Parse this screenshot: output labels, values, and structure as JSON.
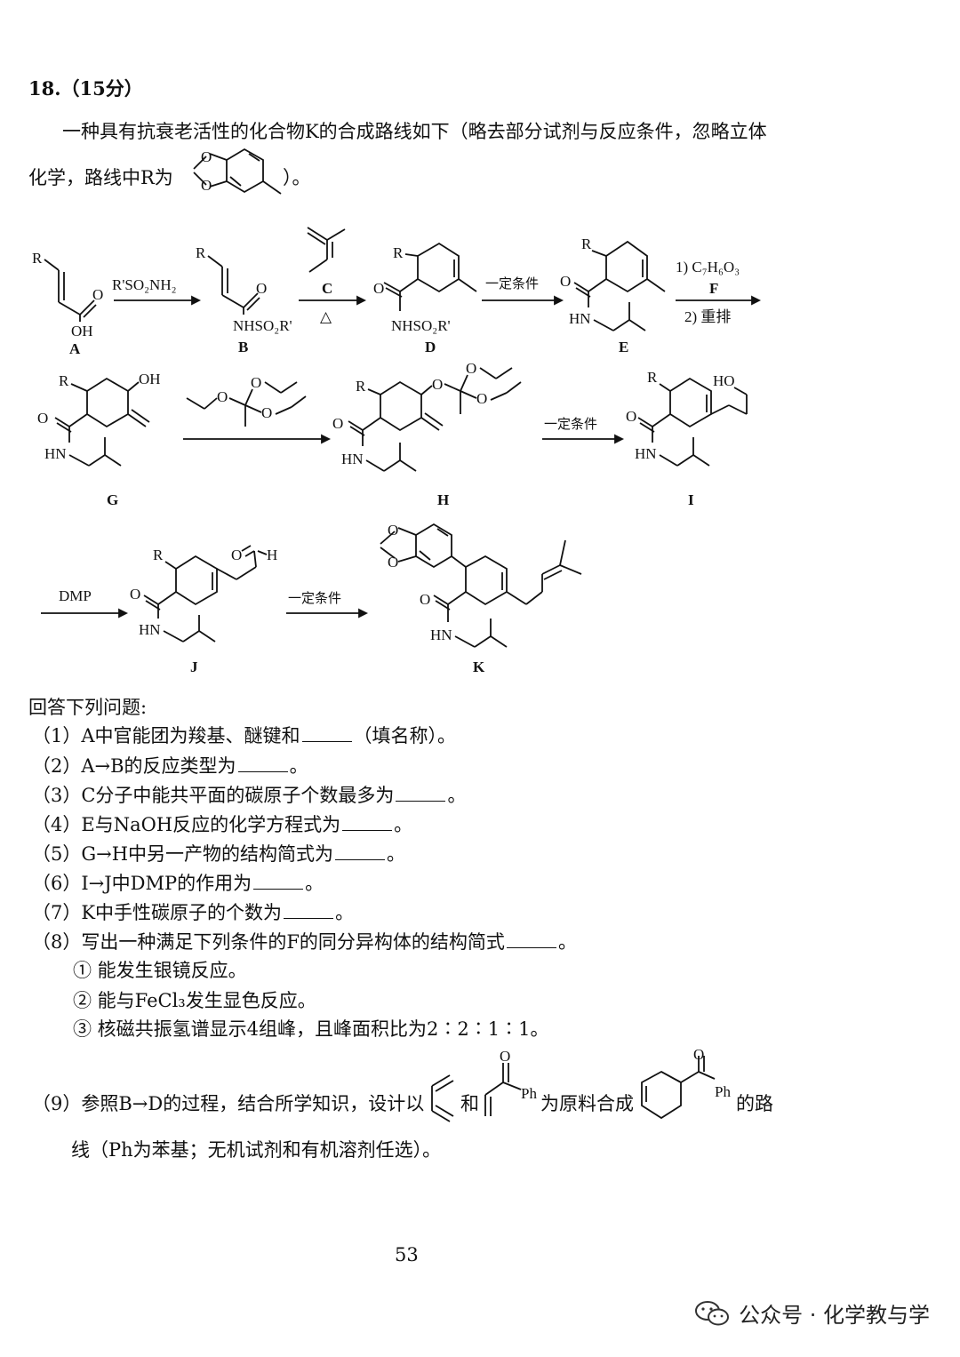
{
  "header": {
    "qnum": "18.（15分）"
  },
  "intro": {
    "line1": "一种具有抗衰老活性的化合物K的合成路线如下（略去部分试剂与反应条件，忽略立体",
    "line2a": "化学，路线中R为",
    "line2b": "）。"
  },
  "scheme": {
    "labels": [
      "A",
      "B",
      "C",
      "D",
      "E",
      "F",
      "G",
      "H",
      "I",
      "J",
      "K"
    ],
    "atoms": {
      "R": "R",
      "OH": "OH",
      "O": "O",
      "H": "H",
      "HN": "HN",
      "NHSO2R": "NHSO₂R'",
      "HO": "HO"
    },
    "reagents": {
      "ab": "R'SO₂NH₂",
      "cd_heat": "△",
      "de": "一定条件",
      "ef1": "1) C₇H₆O₃",
      "ef2": "2) 重排",
      "hi": "一定条件",
      "ij": "DMP",
      "jk": "一定条件"
    }
  },
  "questions": {
    "heading": "回答下列问题:",
    "q1": "（1）A中官能团为羧基、醚键和",
    "q1b": "（填名称）。",
    "q2": "（2）A→B的反应类型为",
    "q3": "（3）C分子中能共平面的碳原子个数最多为",
    "q4": "（4）E与NaOH反应的化学方程式为",
    "q5": "（5）G→H中另一产物的结构简式为",
    "q6": "（6）I→J中DMP的作用为",
    "q7": "（7）K中手性碳原子的个数为",
    "q8": "（8）写出一种满足下列条件的F的同分异构体的结构简式",
    "end": "。",
    "c1": "① 能发生银镜反应。",
    "c2": "② 能与FeCl₃发生显色反应。",
    "c3": "③ 核磁共振氢谱显示4组峰，且峰面积比为2∶2∶1∶1。",
    "q9a": "（9）参照B→D的过程，结合所学知识，设计以",
    "q9and": "和",
    "q9mid": "为原料合成",
    "q9end": "的路",
    "q9line2": "线（Ph为苯基；无机试剂和有机溶剂任选）。",
    "ph": "Ph"
  },
  "footer": {
    "page": "53",
    "watermark": "公众号 · 化学教与学"
  }
}
